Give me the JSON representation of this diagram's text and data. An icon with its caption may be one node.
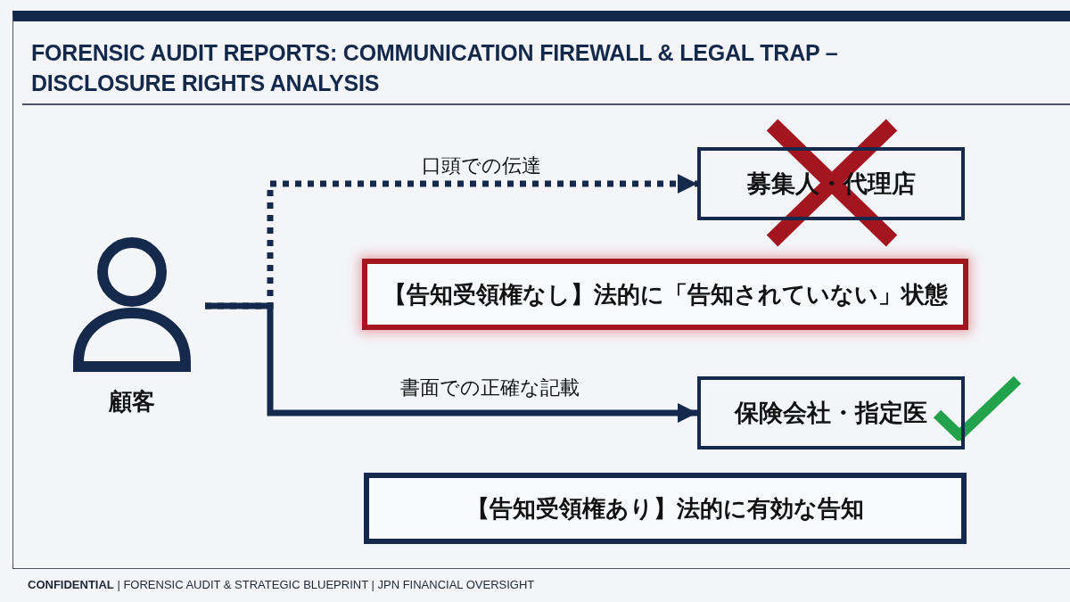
{
  "diagram": {
    "title": "FORENSIC AUDIT REPORTS: COMMUNICATION FIREWALL & LEGAL TRAP – DISCLOSURE RIGHTS ANALYSIS",
    "nodes": [
      {
        "text": [
          "顧客"
        ]
      },
      {
        "text": [
          "募集人・代理店"
        ]
      },
      {
        "text": [
          "【告知受領権なし】法的に「告知されていない」状態"
        ]
      },
      {
        "text": [
          "保険会社・指定医"
        ]
      },
      {
        "text": [
          "【告知受領権あり】法的に有効な告知"
        ]
      }
    ],
    "edges": [
      {
        "from": 0,
        "to": 1,
        "arrow": "to",
        "label": "口頭での伝達",
        "style": "dashed"
      },
      {
        "from": 0,
        "to": 3,
        "arrow": "to",
        "label": "書面での正確な記載"
      }
    ],
    "labels": [
      "**CONFIDENTIAL** | FORENSIC AUDIT & STRATEGIC BLUEPRINT | JPN FINANCIAL OVERSIGHT"
    ]
  }
}
